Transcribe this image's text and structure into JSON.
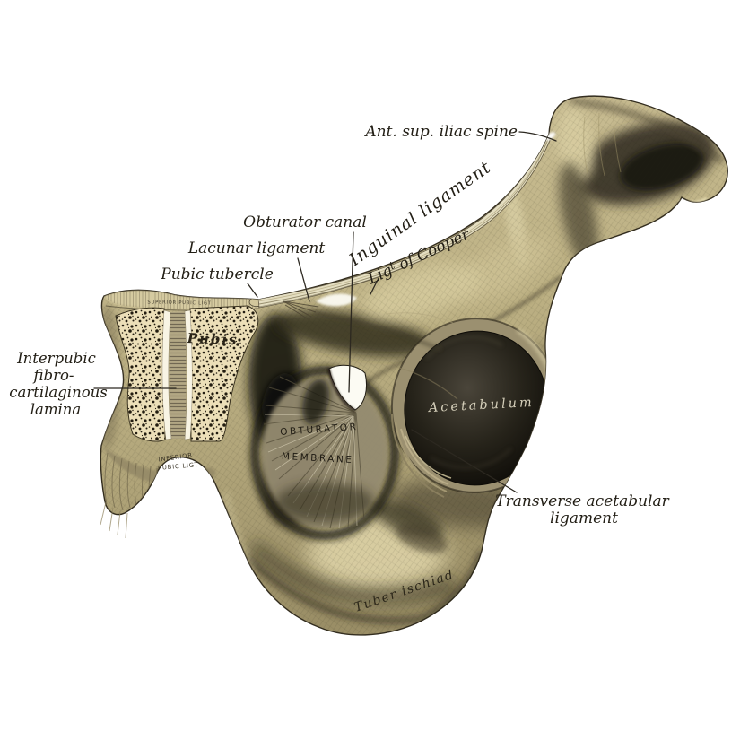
{
  "figure": {
    "labels": {
      "asis": "Ant. sup. iliac spine",
      "inguinal": "Inguinal ligament",
      "obturator_canal": "Obturator canal",
      "lacunar": "Lacunar ligament",
      "pubic_tubercle": "Pubic tubercle",
      "cooper_pre": "Lig",
      "cooper_sup": "t",
      "cooper_post": " of Cooper",
      "interpubic": [
        "Interpubic",
        "fibro-",
        "cartilaginous",
        "lamina"
      ],
      "pubis": "Pubis",
      "sup_pubic": "SUPERIOR PUBIC LIGT",
      "inf_pubic_1": "INFERIOR",
      "inf_pubic_2": "PUBIC LIGT",
      "membrane_1": "OBTURATOR",
      "membrane_2": "MEMBRANE",
      "acetabulum": "Acetabulum",
      "transverse_1": "Transverse acetabular",
      "transverse_2": "ligament",
      "tuber": "Tuber ischiad"
    },
    "palette": {
      "background": "#ffffff",
      "ink": "#221e15",
      "leader": "#2c2820",
      "label-light": "#d3cdb8",
      "bone": "#c6ba8c",
      "bone-dark": "#8a7f5a",
      "trabecular": "#ecdfb8",
      "socket-dark": "#14120c",
      "membrane": "#948b70"
    }
  }
}
